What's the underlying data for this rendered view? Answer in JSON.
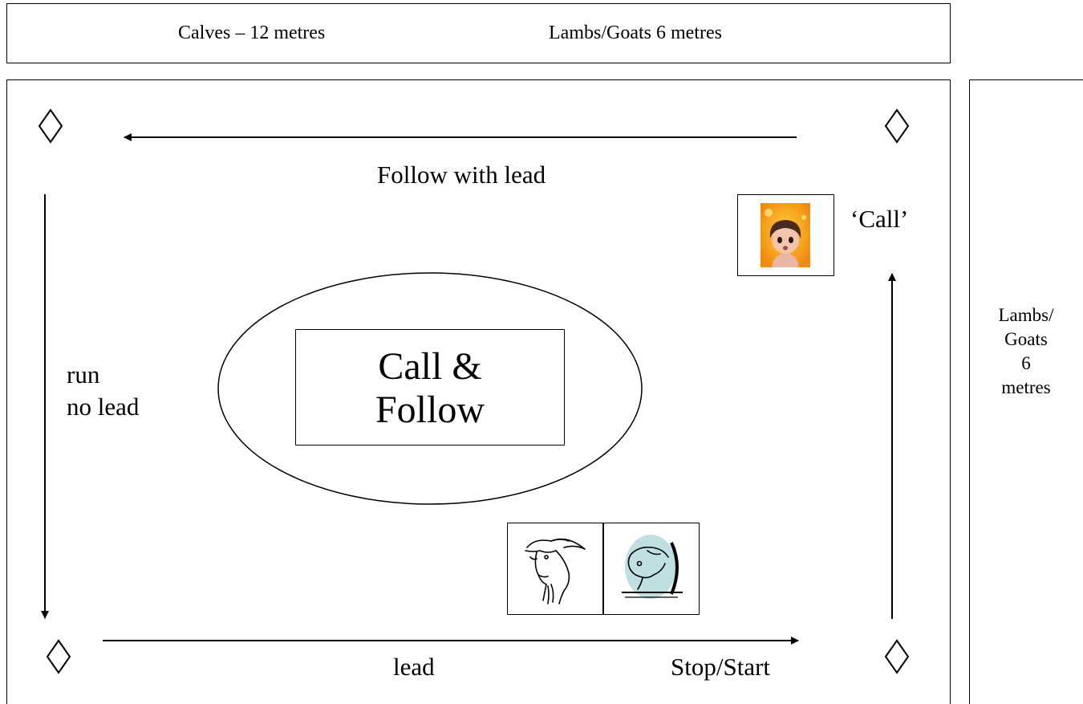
{
  "top_box": {
    "calves": "Calves – 12 metres",
    "lambs_goats": "Lambs/Goats 6 metres"
  },
  "side_box": {
    "lines": [
      "Lambs/",
      "Goats",
      "6",
      "metres"
    ]
  },
  "course": {
    "follow_with_lead": "Follow with lead",
    "call": "‘Call’",
    "run_line1": "run",
    "run_line2": "no lead",
    "center_line1": "Call &",
    "center_line2": "Follow",
    "lead": "lead",
    "stop_start": "Stop/Start"
  },
  "icons": {
    "marker": "diamond-marker",
    "person": "child-face-icon",
    "goat": "goat-head-icon",
    "sheep": "sheep-head-icon"
  },
  "colors": {
    "person_bg": "#f7a21c",
    "sheep_oval": "#bfdfe2"
  }
}
